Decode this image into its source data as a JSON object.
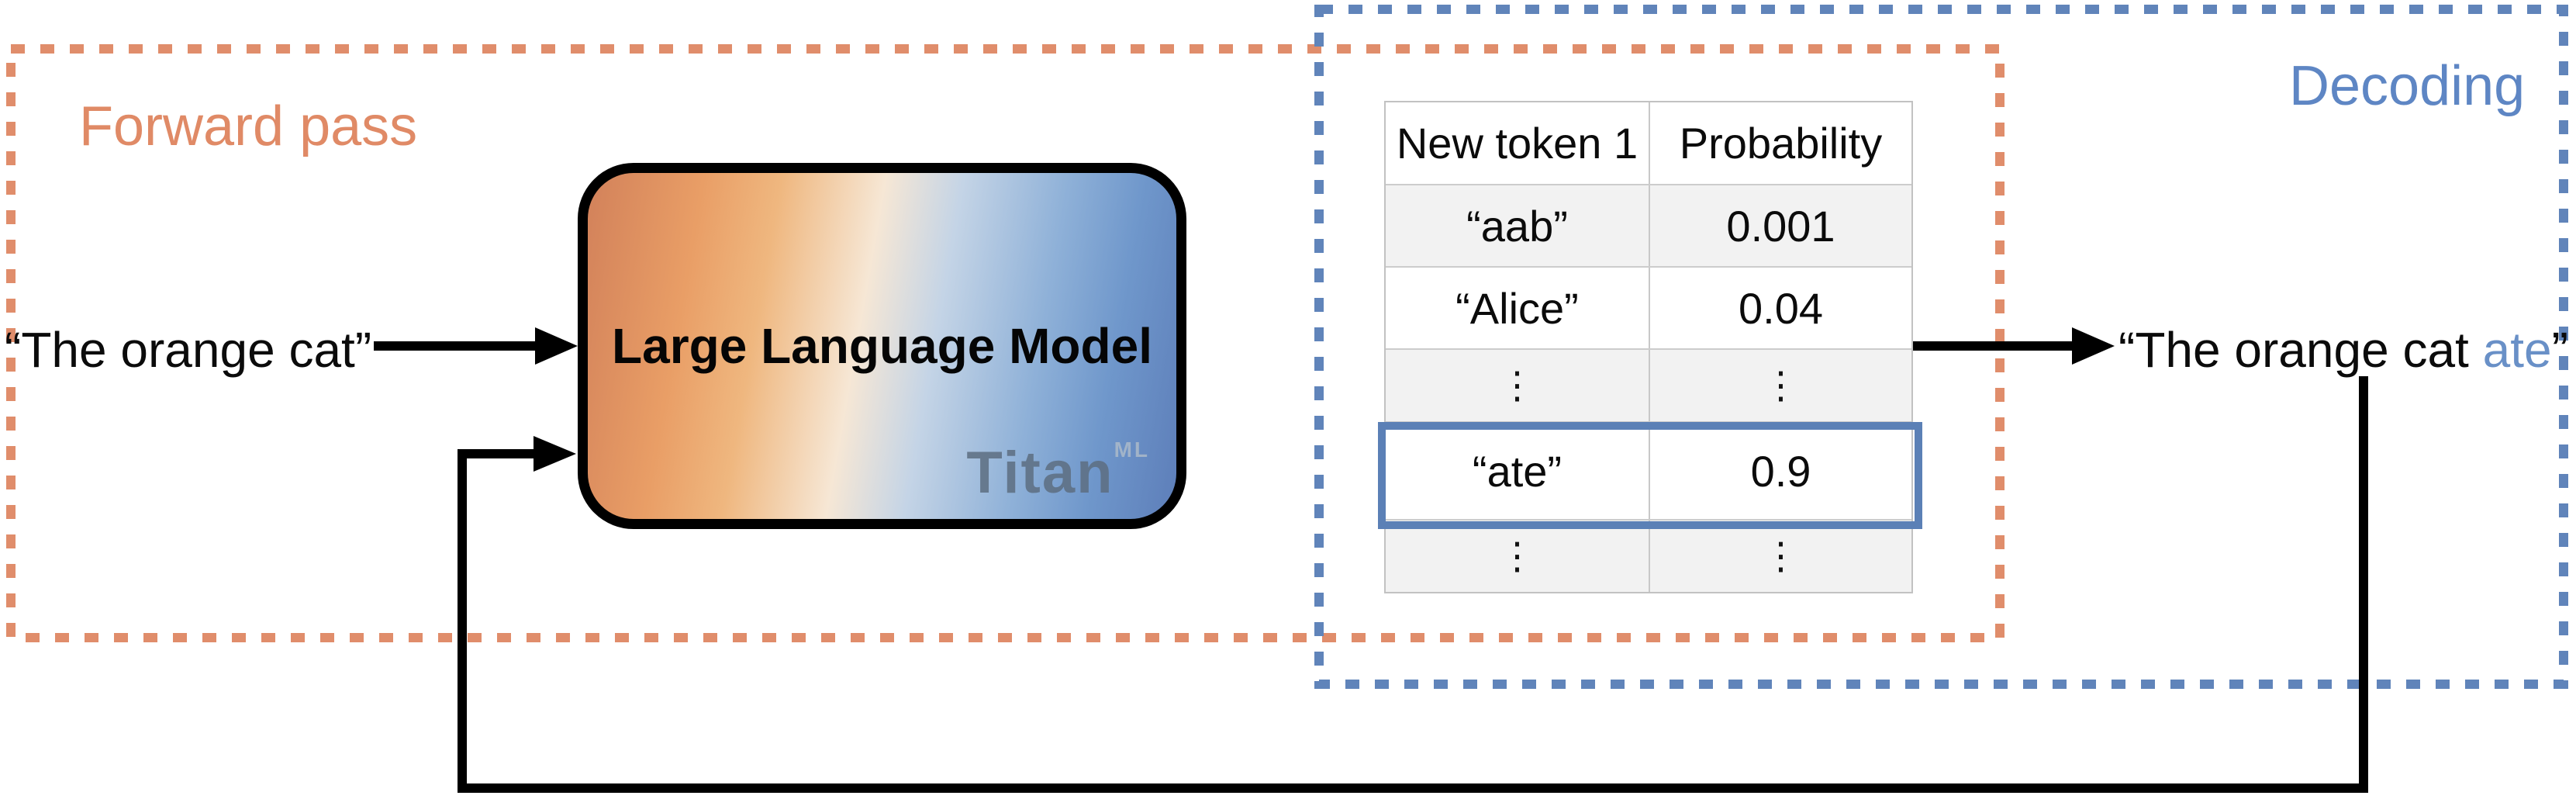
{
  "diagram": {
    "forward_pass_label": "Forward pass",
    "decoding_label": "Decoding",
    "input_text": "“The orange cat”",
    "model_label": "Large Language Model",
    "logo": {
      "text": "Titan",
      "superscript": "ML"
    },
    "output": {
      "prefix": "“The orange cat ",
      "highlight": "ate",
      "suffix": "”"
    },
    "table": {
      "headers": [
        "New token 1",
        "Probability"
      ],
      "rows": [
        {
          "token": "“aab”",
          "probability": "0.001",
          "highlighted": false
        },
        {
          "token": "“Alice”",
          "probability": "0.04",
          "highlighted": false
        },
        {
          "token": "⋮",
          "probability": "⋮",
          "highlighted": false
        },
        {
          "token": "“ate”",
          "probability": "0.9",
          "highlighted": true
        },
        {
          "token": "⋮",
          "probability": "⋮",
          "highlighted": false
        }
      ]
    },
    "colors": {
      "forward_pass_dash": "#E08D6B",
      "forward_pass_label": "#E08A66",
      "decoding_dash": "#6084BA",
      "decoding_label": "#5E86C4",
      "highlight_border": "#5B80B6",
      "highlighted_token_text": "#6990C7",
      "table_border": "#C8C8C8",
      "table_alt_row": "#F2F2F2",
      "arrow": "#000000",
      "logo_text": "#5D6E81",
      "box_gradient_left": "#D2815A",
      "box_gradient_mid": "#F6E7D5",
      "box_gradient_right": "#5D7EB9"
    }
  }
}
